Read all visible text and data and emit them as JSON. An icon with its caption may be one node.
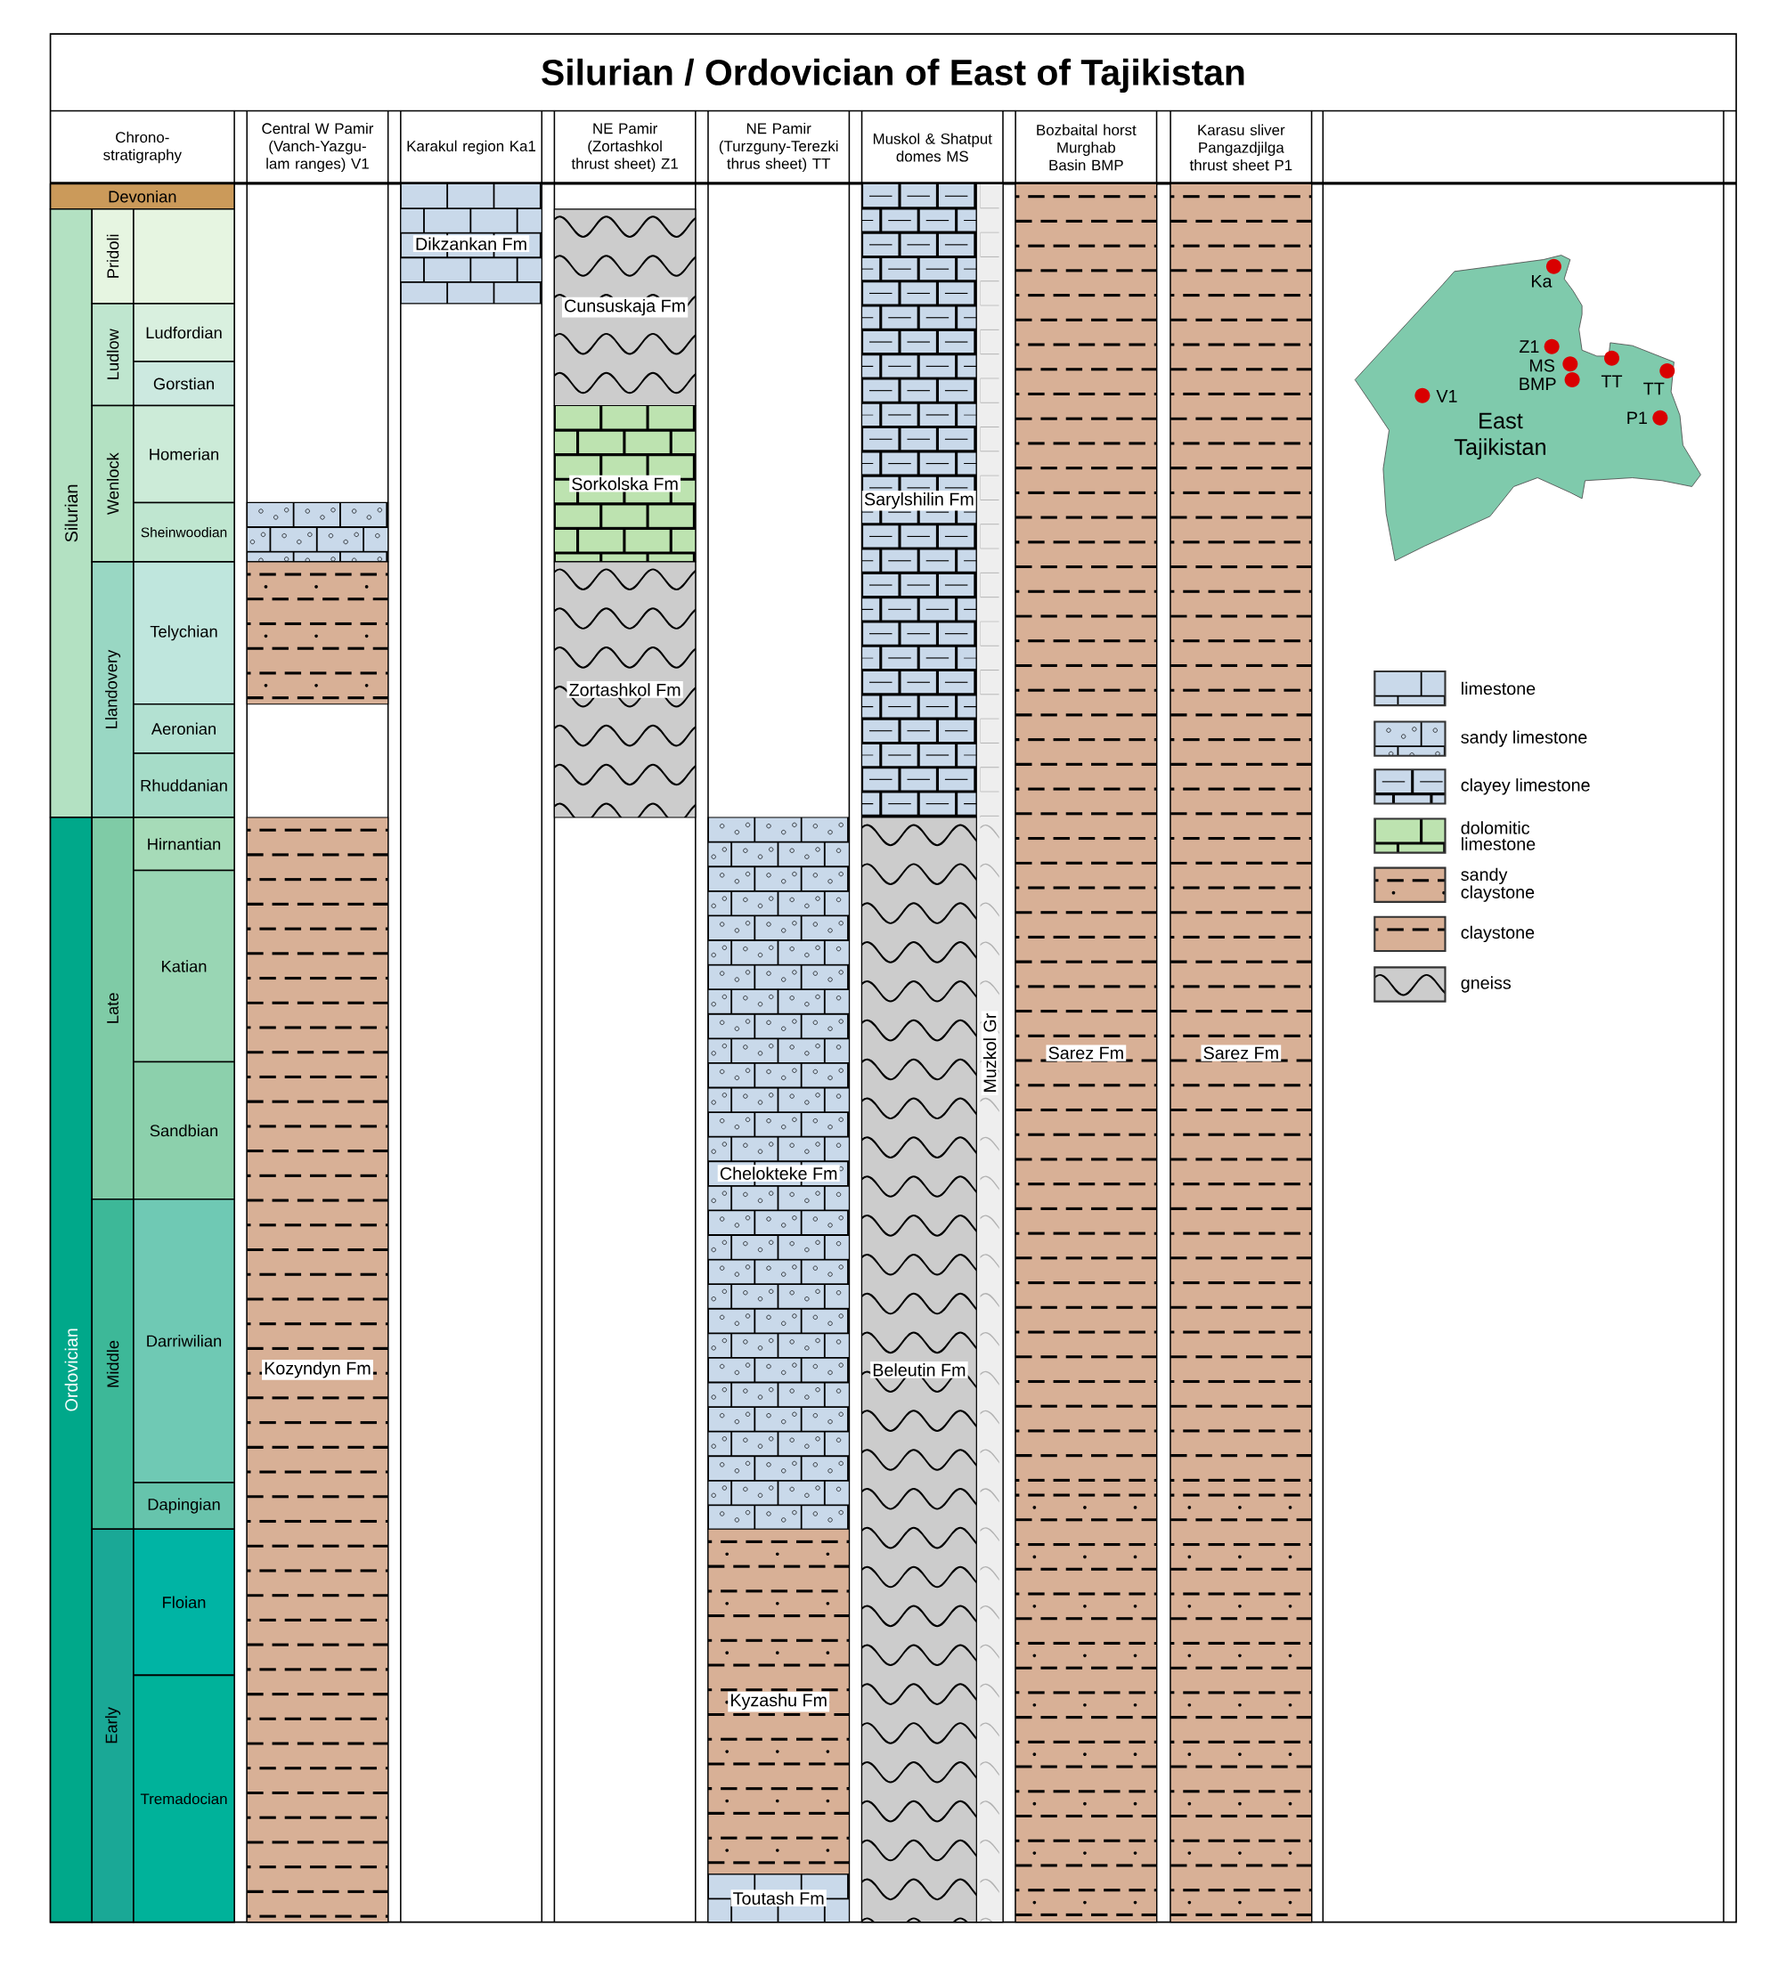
{
  "diagram": {
    "title": "Silurian / Ordovician of East of Tajikistan",
    "nodes": [
      {
        "text": [
          "Chrono-stratigraphy"
        ]
      },
      {
        "text": [
          "Central W Pamir (Vanch-Yazgu-lam ranges) V1"
        ]
      },
      {
        "text": [
          "Karakul region Ka1"
        ]
      },
      {
        "text": [
          "NE Pamir (Zortashkol thrust sheet) Z1"
        ]
      },
      {
        "text": [
          "NE Pamir (Turzguny-Terezki thrus sheet) TT"
        ]
      },
      {
        "text": [
          "Muskol & Shatput domes MS"
        ]
      },
      {
        "text": [
          "Bozbaital horst Murghab Basin BMP"
        ]
      },
      {
        "text": [
          "Karasu sliver Pangazdjilga thrust sheet P1"
        ]
      },
      {
        "text": [
          "Devonian"
        ]
      },
      {
        "text": [
          "Silurian"
        ]
      },
      {
        "text": [
          "Pridoli"
        ]
      },
      {
        "text": [],
        "shape": "box"
      },
      {
        "text": [
          "Ludlow"
        ]
      },
      {
        "text": [
          "Ludfordian"
        ]
      },
      {
        "text": [
          "Gorstian"
        ]
      },
      {
        "text": [
          "Wenlock"
        ]
      },
      {
        "text": [
          "Homerian"
        ]
      },
      {
        "text": [
          "Sheinwoodian"
        ]
      },
      {
        "text": [
          "Llandovery"
        ]
      },
      {
        "text": [
          "Telychian"
        ]
      },
      {
        "text": [
          "Aeronian"
        ]
      },
      {
        "text": [
          "Rhuddanian"
        ]
      },
      {
        "text": [
          "Ordovician"
        ]
      },
      {
        "text": [
          "Late"
        ]
      },
      {
        "text": [
          "Hirnantian"
        ]
      },
      {
        "text": [
          "Katian"
        ]
      },
      {
        "text": [
          "Sandbian"
        ]
      },
      {
        "text": [
          "Middle"
        ]
      },
      {
        "text": [
          "Darriwilian"
        ]
      },
      {
        "text": [
          "Dapingian"
        ]
      },
      {
        "text": [
          "Early"
        ]
      },
      {
        "text": [
          "Floian"
        ]
      },
      {
        "text": [
          "Tremadocian"
        ]
      },
      {
        "text": [],
        "shape": "box"
      },
      {
        "text": [],
        "shape": "box"
      },
      {
        "text": [
          "Kozyndyn Fm"
        ]
      },
      {
        "text": [
          "Dikzankan Fm"
        ]
      },
      {
        "text": [
          "Cunsuskaja Fm"
        ]
      },
      {
        "text": [
          "Sorkolska Fm"
        ]
      },
      {
        "text": [
          "Zortashkol Fm"
        ]
      },
      {
        "text": [
          "Chelokteke Fm"
        ]
      },
      {
        "text": [
          "Kyzashu Fm"
        ]
      },
      {
        "text": [
          "Toutash Fm"
        ]
      },
      {
        "text": [
          "Sarylshilin Fm"
        ]
      },
      {
        "text": [
          "Muzkol Gr"
        ]
      },
      {
        "text": [
          "Beleutin Fm"
        ]
      },
      {
        "text": [
          "Sarez Fm"
        ]
      },
      {
        "text": [
          "Sarez Fm"
        ]
      }
    ],
    "edges": [],
    "labels": [
      "Ka",
      "Z1",
      "MS",
      "TT",
      "BMP",
      "TT",
      "V1",
      "P1",
      "East Tajikistan"
    ],
    "legend": [
      {
        "text": "limestone"
      },
      {
        "text": "sandy limestone"
      },
      {
        "text": "clayey limestone"
      },
      {
        "text": "dolomitic limestone"
      },
      {
        "text": "sandy claystone"
      },
      {
        "text": "claystone"
      },
      {
        "text": "gneiss"
      }
    ]
  }
}
